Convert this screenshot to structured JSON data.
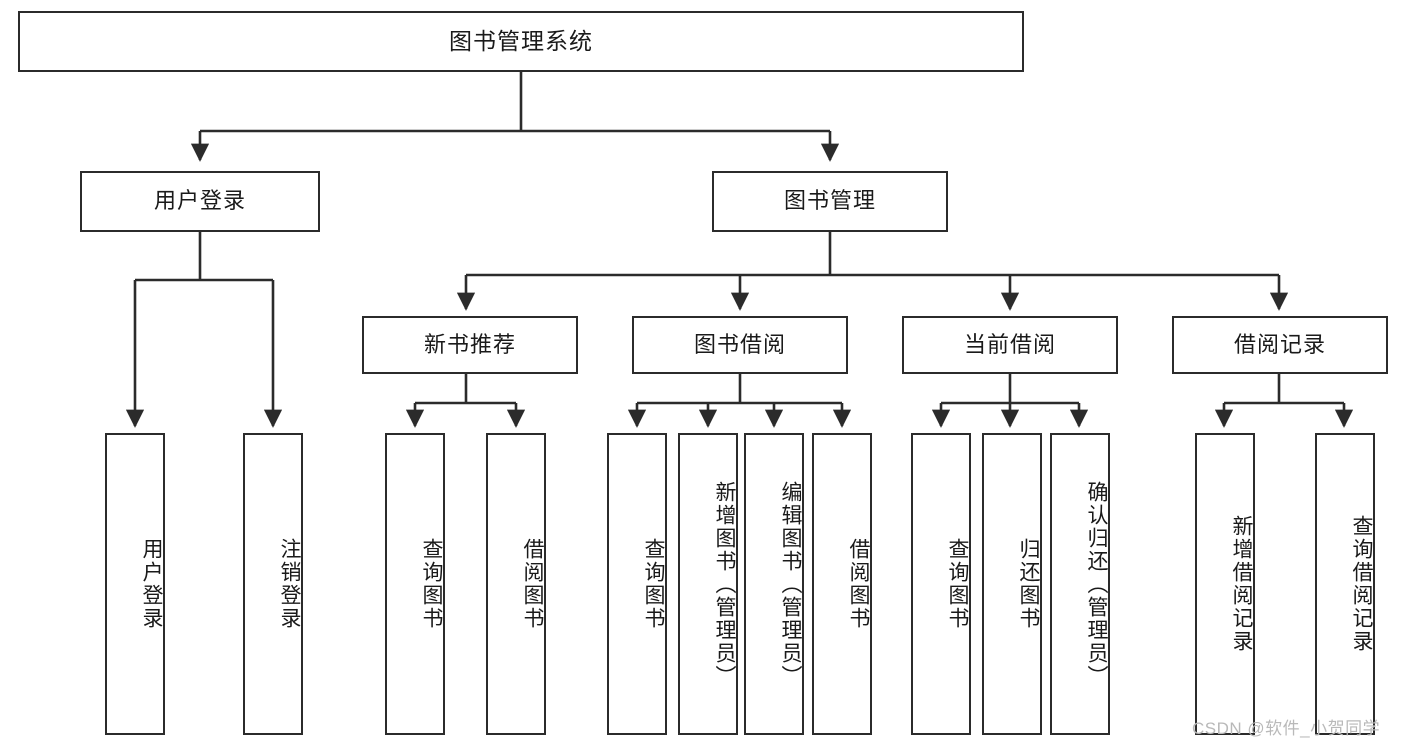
{
  "diagram": {
    "type": "tree-hierarchy-chart",
    "title_text": "图书管理系统",
    "stroke_color": "#2b2b2b",
    "fill_color": "#ffffff",
    "text_color": "#1a1a1a",
    "levels": {
      "level1": [
        {
          "id": "root",
          "label": "图书管理系统"
        }
      ],
      "level2": [
        {
          "id": "user-login",
          "label": "用户登录"
        },
        {
          "id": "book-manage",
          "label": "图书管理"
        }
      ],
      "level3": [
        {
          "id": "new-book-recommend",
          "label": "新书推荐"
        },
        {
          "id": "book-borrow",
          "label": "图书借阅"
        },
        {
          "id": "current-borrow",
          "label": "当前借阅"
        },
        {
          "id": "borrow-record",
          "label": "借阅记录"
        }
      ],
      "level4": [
        {
          "id": "leaf-user-login",
          "label": "用户登录",
          "parent": "user-login"
        },
        {
          "id": "leaf-logout-login",
          "label": "注销登录",
          "parent": "user-login"
        },
        {
          "id": "leaf-query-book-1",
          "label": "查询图书",
          "parent": "new-book-recommend"
        },
        {
          "id": "leaf-borrow-book-1",
          "label": "借阅图书",
          "parent": "new-book-recommend"
        },
        {
          "id": "leaf-query-book-2",
          "label": "查询图书",
          "parent": "book-borrow"
        },
        {
          "id": "leaf-add-book",
          "label": "新增图书（管理员）",
          "parent": "book-borrow"
        },
        {
          "id": "leaf-edit-book",
          "label": "编辑图书（管理员）",
          "parent": "book-borrow"
        },
        {
          "id": "leaf-borrow-book-2",
          "label": "借阅图书",
          "parent": "book-borrow"
        },
        {
          "id": "leaf-query-book-3",
          "label": "查询图书",
          "parent": "current-borrow"
        },
        {
          "id": "leaf-return-book",
          "label": "归还图书",
          "parent": "current-borrow"
        },
        {
          "id": "leaf-confirm-return",
          "label": "确认归还（管理员）",
          "parent": "current-borrow"
        },
        {
          "id": "leaf-add-record",
          "label": "新增借阅记录",
          "parent": "borrow-record"
        },
        {
          "id": "leaf-query-record",
          "label": "查询借阅记录",
          "parent": "borrow-record"
        }
      ]
    }
  },
  "watermark": {
    "text": "CSDN @软件_小贺同学"
  }
}
